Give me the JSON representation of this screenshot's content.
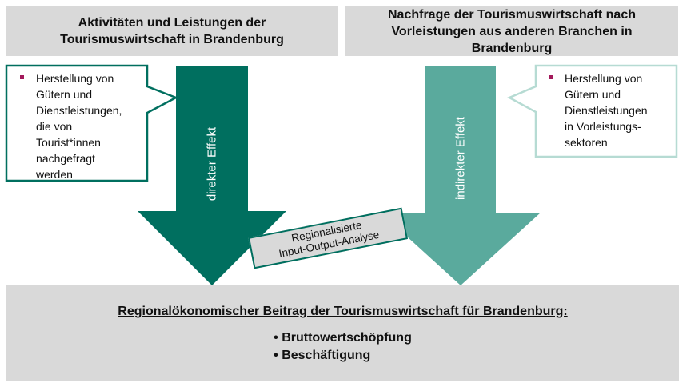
{
  "top_left": {
    "line1": "Aktivitäten und Leistungen der",
    "line2": "Tourismuswirtschaft in Brandenburg"
  },
  "top_right": {
    "line1": "Nachfrage der Tourismuswirtschaft nach",
    "line2": "Vorleistungen aus anderen Branchen in",
    "line3": "Brandenburg"
  },
  "callout_left": {
    "lines": [
      "Herstellung von",
      "Gütern und",
      "Dienstleistungen,",
      "die von",
      "Tourist*innen",
      "nachgefragt",
      "werden"
    ]
  },
  "callout_right": {
    "lines": [
      "Herstellung von",
      "Gütern und",
      "Dienstleistungen",
      "in Vorleistungs-",
      "sektoren"
    ]
  },
  "arrow_direct": {
    "label": "direkter Effekt"
  },
  "arrow_indirect": {
    "label": "indirekter Effekt"
  },
  "io_box": {
    "line1": "Regionalisierte",
    "line2": "Input-Output-Analyse"
  },
  "bottom": {
    "title": "Regionalökonomischer Beitrag der Tourismuswirtschaft für Brandenburg:",
    "items": [
      "Bruttowertschöpfung",
      "Beschäftigung"
    ]
  },
  "colors": {
    "dark_green": "#006f5f",
    "light_teal": "#5aaa9d",
    "pale_teal": "#b6dbd3",
    "gray_box": "#d9d9d9",
    "bullet_magenta": "#a3195b"
  },
  "icons": {
    "callout_bullet": "square-bullet-icon",
    "bottom_bullet": "round-bullet-icon"
  }
}
